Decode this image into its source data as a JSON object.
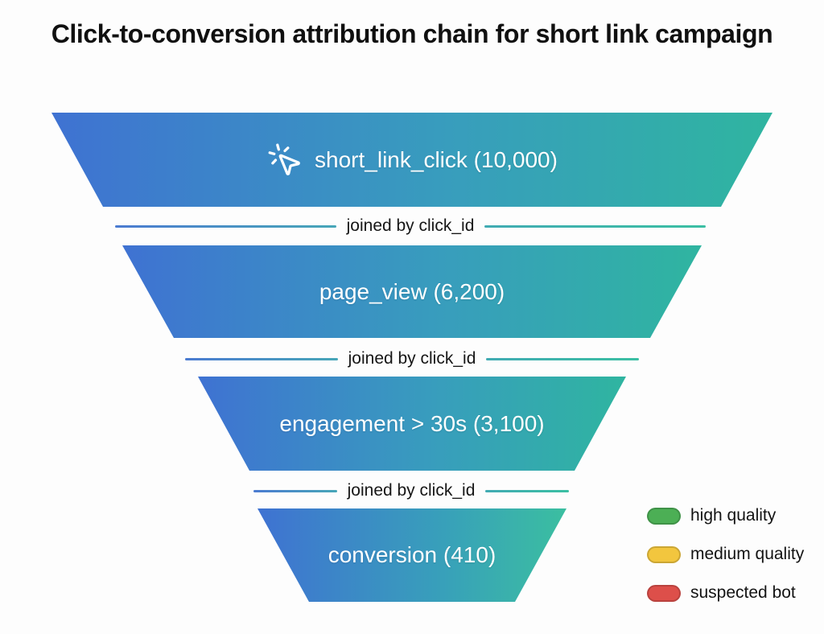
{
  "title": "Click-to-conversion attribution chain for short link campaign",
  "chart_data": {
    "type": "funnel",
    "title": "Click-to-conversion attribution chain for short link campaign",
    "stages": [
      {
        "label": "short_link_click",
        "count": 10000,
        "display": "short_link_click (10,000)",
        "icon": "mouse-pointer-click-icon"
      },
      {
        "label": "page_view",
        "count": 6200,
        "display": "page_view (6,200)"
      },
      {
        "label": "engagement > 30s",
        "count": 3100,
        "display": "engagement > 30s (3,100)"
      },
      {
        "label": "conversion",
        "count": 410,
        "display": "conversion (410)"
      }
    ],
    "joins": [
      {
        "label": "joined by click_id"
      },
      {
        "label": "joined by click_id"
      },
      {
        "label": "joined by click_id"
      }
    ],
    "colors": {
      "gradient_start": "#3F72D2",
      "gradient_end": "#2FB5A0",
      "stage_text": "#FFFFFF",
      "join_text": "#161616"
    },
    "legend_position": "bottom-right",
    "legend": [
      {
        "label": "high quality",
        "color": "#4CAF55"
      },
      {
        "label": "medium quality",
        "color": "#F2C63E"
      },
      {
        "label": "suspected bot",
        "color": "#DD4F4A"
      }
    ]
  }
}
